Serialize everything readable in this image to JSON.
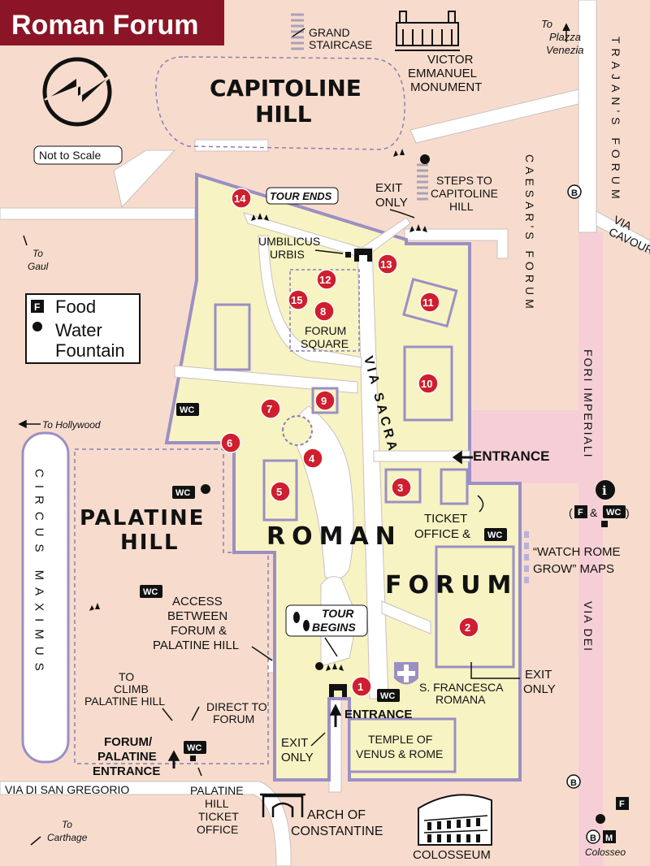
{
  "title": "Roman Forum",
  "scale_note": "Not to Scale",
  "legend": {
    "food_label": "Food",
    "food_letter": "F",
    "water_label_1": "Water",
    "water_label_2": "Fountain"
  },
  "labels": {
    "grand_staircase": [
      "GRAND",
      "STAIRCASE"
    ],
    "victor": [
      "VICTOR",
      "EMMANUEL",
      "MONUMENT"
    ],
    "plazza": [
      "To",
      "Plazza",
      "Venezia"
    ],
    "trajans": "TRAJAN'S FORUM",
    "capitoline": [
      "CAPITOLINE",
      "HILL"
    ],
    "exit_only_top": [
      "EXIT",
      "ONLY"
    ],
    "steps": [
      "STEPS TO",
      "CAPITOLINE",
      "HILL"
    ],
    "caesars": "CAESAR'S FORUM",
    "via_cavour": [
      "VIA",
      "CAVOUR"
    ],
    "tour_ends": "TOUR ENDS",
    "umbilicus": [
      "UMBILICUS",
      "URBIS"
    ],
    "to_gaul": [
      "To",
      "Gaul"
    ],
    "forum_square": [
      "FORUM",
      "SQUARE"
    ],
    "via_sacra": "VIA SACRA",
    "fori_imperiali": "FORI IMPERIALI",
    "via_dei": "VIA DEI",
    "to_hollywood": "To Hollywood",
    "entrance_right": "ENTRANCE",
    "wc": "WC",
    "b_letter": "B",
    "m_letter": "M",
    "i_letter": "i",
    "amp": "&",
    "palatine_hill": [
      "PALATINE",
      "HILL"
    ],
    "circus_maximus": "CIRCUS MAXIMUS",
    "ticket_office": [
      "TICKET",
      "OFFICE &"
    ],
    "watch_rome": [
      "“WATCH ROME",
      "GROW” MAPS"
    ],
    "roman": "ROMAN",
    "forum": "FORUM",
    "access": [
      "ACCESS",
      "BETWEEN",
      "FORUM &",
      "PALATINE HILL"
    ],
    "tour_begins": [
      "TOUR",
      "BEGINS"
    ],
    "exit_only_right": [
      "EXIT",
      "ONLY"
    ],
    "to_climb": [
      "TO",
      "CLIMB",
      "PALATINE HILL"
    ],
    "direct_to": [
      "DIRECT TO",
      "FORUM"
    ],
    "entrance_bottom": "ENTRANCE",
    "s_francesca": [
      "S. FRANCESCA",
      "ROMANA"
    ],
    "exit_only_bottom": [
      "EXIT",
      "ONLY"
    ],
    "temple": [
      "TEMPLE OF",
      "VENUS & ROME"
    ],
    "forum_palatine": [
      "FORUM/",
      "PALATINE",
      "ENTRANCE"
    ],
    "via_di_san_gregorio": "VIA DI SAN GREGORIO",
    "palatine_ticket": [
      "PALATINE",
      "HILL",
      "TICKET",
      "OFFICE"
    ],
    "arch": [
      "ARCH OF",
      "CONSTANTINE"
    ],
    "colosseum": "COLOSSEUM",
    "to_carthage": [
      "To",
      "Carthage"
    ],
    "colosseo": "Colosseo"
  },
  "pins": [
    "1",
    "2",
    "3",
    "4",
    "5",
    "6",
    "7",
    "8",
    "9",
    "10",
    "11",
    "12",
    "13",
    "14",
    "15"
  ],
  "colors": {
    "title_bg": "#8b1526",
    "pin": "#cf1f2e",
    "forum_fill": "#f7f3c3",
    "wall": "#9b8fc4",
    "land": "#f7dccd",
    "pink_road": "#f6cfd6"
  }
}
